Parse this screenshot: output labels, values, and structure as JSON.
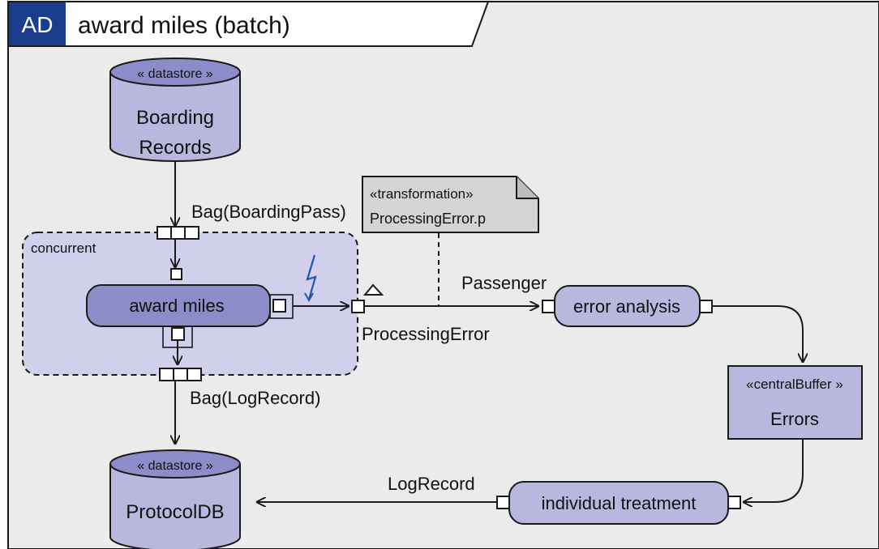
{
  "frame": {
    "tag": "AD",
    "title": "award miles (batch)"
  },
  "nodes": {
    "boarding_records": {
      "stereotype": "« datastore »",
      "line1": "Boarding",
      "line2": "Records"
    },
    "concurrent_region": {
      "label": "concurrent"
    },
    "award_miles": {
      "label": "award miles"
    },
    "transformation_note": {
      "stereotype": "«transformation»",
      "body": "ProcessingError.p"
    },
    "error_analysis": {
      "label": "error analysis"
    },
    "errors_buffer": {
      "stereotype": "«centralBuffer »",
      "label": "Errors"
    },
    "individual_treatment": {
      "label": "individual treatment"
    },
    "protocol_db": {
      "stereotype": "« datastore »",
      "label": "ProtocolDB"
    }
  },
  "edges": {
    "boarding_pass": "Bag(BoardingPass)",
    "log_record_bag": "Bag(LogRecord)",
    "passenger": "Passenger",
    "processing_error": "ProcessingError",
    "log_record": "LogRecord"
  },
  "colors": {
    "background": "#ebebeb",
    "node_fill": "#b8b8de",
    "node_fill_dark": "#8c8cc8",
    "region_fill": "#d0d0ec",
    "note_fill": "#d4d4d4",
    "tag_fill": "#1c3d8c",
    "stroke": "#1a1a1a",
    "bolt": "#2255aa"
  },
  "icons": {
    "exception_marker": "lightning-bolt-icon",
    "stream_marker": "triangle-icon"
  }
}
